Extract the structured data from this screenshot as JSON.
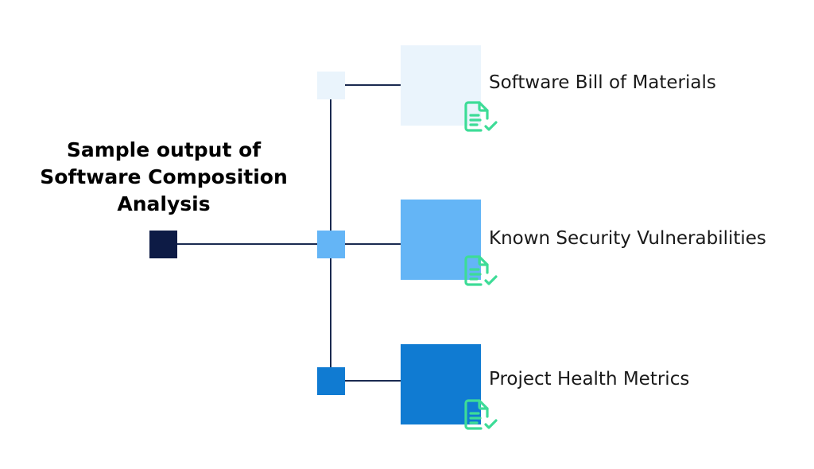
{
  "title": {
    "line1": "Sample output of",
    "line2": "Software Composition",
    "line3": "Analysis"
  },
  "outputs": [
    {
      "label": "Software Bill of Materials",
      "color": "#eaf4fc",
      "node_color": "#eaf4fc",
      "icon": "document-check-icon"
    },
    {
      "label": "Known Security Vulnerabilities",
      "color": "#64b5f6",
      "node_color": "#64b5f6",
      "icon": "document-check-icon"
    },
    {
      "label": "Project Health Metrics",
      "color": "#107bd2",
      "node_color": "#107bd2",
      "icon": "document-check-icon"
    }
  ],
  "colors": {
    "root_node": "#0d1b45",
    "connector": "#1a2a50",
    "icon": "#3ddc97"
  }
}
